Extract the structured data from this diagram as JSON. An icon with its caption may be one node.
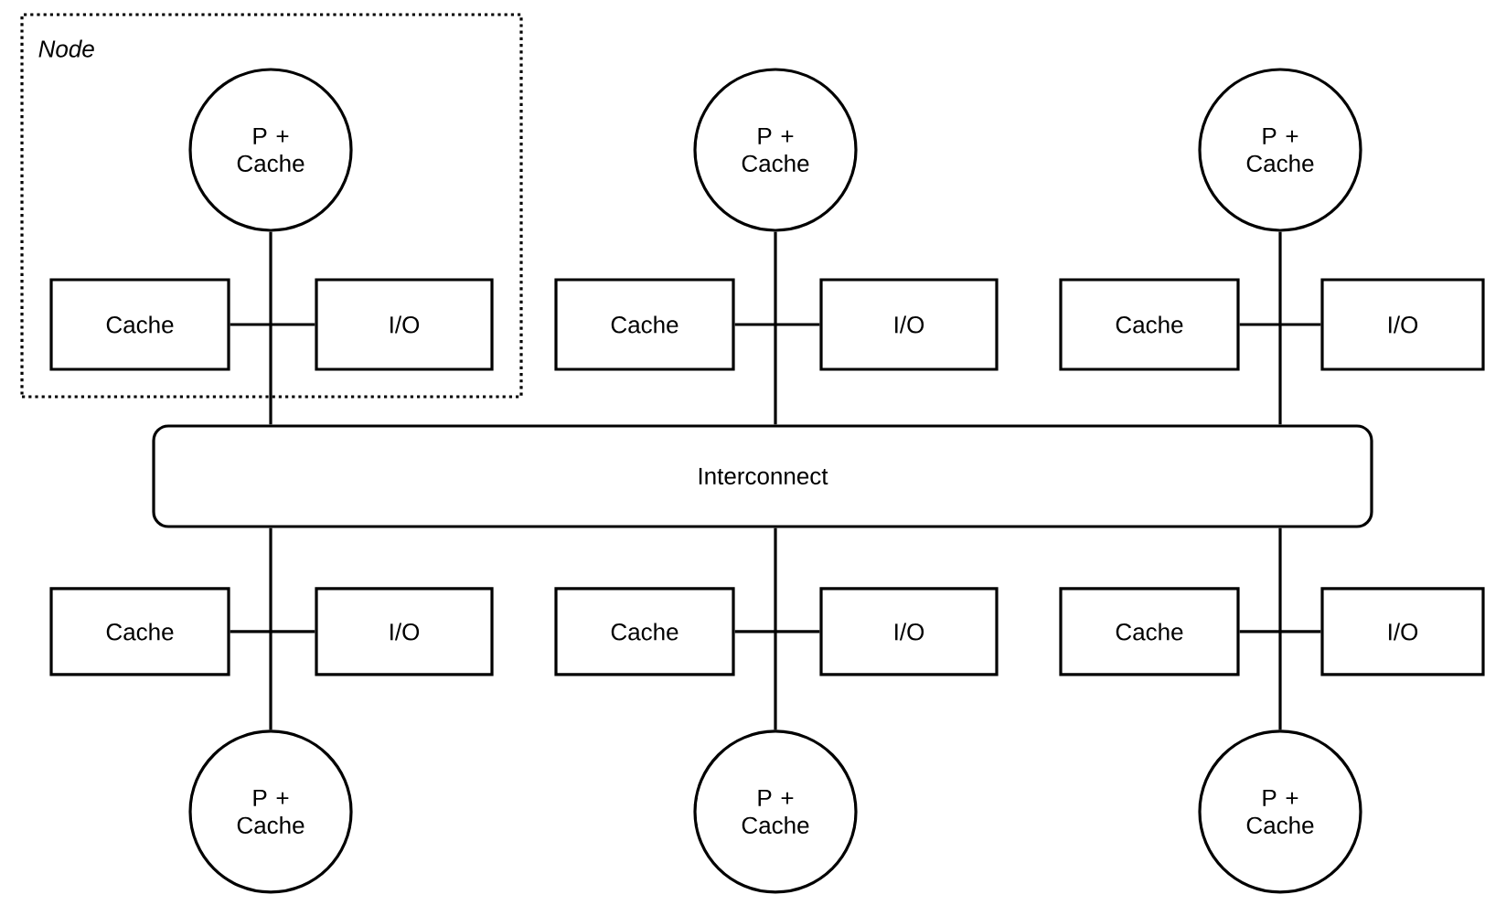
{
  "diagram": {
    "nodes": [
      {
        "text": [
          "Node"
        ]
      },
      {
        "text": [
          "P + Cache"
        ],
        "in": 0
      },
      {
        "text": [
          "Cache"
        ],
        "in": 0
      },
      {
        "text": [
          "I/O"
        ],
        "in": 0
      },
      {
        "text": [
          "P + Cache"
        ]
      },
      {
        "text": [
          "Cache"
        ]
      },
      {
        "text": [
          "I/O"
        ]
      },
      {
        "text": [
          "P + Cache"
        ]
      },
      {
        "text": [
          "Cache"
        ]
      },
      {
        "text": [
          "I/O"
        ]
      },
      {
        "text": [
          "Interconnect"
        ]
      },
      {
        "text": [
          "Cache"
        ]
      },
      {
        "text": [
          "I/O"
        ]
      },
      {
        "text": [
          "P + Cache"
        ]
      },
      {
        "text": [
          "Cache"
        ]
      },
      {
        "text": [
          "I/O"
        ]
      },
      {
        "text": [
          "P + Cache"
        ]
      },
      {
        "text": [
          "Cache"
        ]
      },
      {
        "text": [
          "I/O"
        ]
      },
      {
        "text": [
          "P + Cache"
        ]
      }
    ],
    "edges": [
      {
        "from": 2,
        "to": 3,
        "arrow": "none"
      },
      {
        "from": 1,
        "to": 10,
        "arrow": "none"
      },
      {
        "from": 5,
        "to": 6,
        "arrow": "none"
      },
      {
        "from": 4,
        "to": 10,
        "arrow": "none"
      },
      {
        "from": 8,
        "to": 9,
        "arrow": "none"
      },
      {
        "from": 7,
        "to": 10,
        "arrow": "none"
      },
      {
        "from": 11,
        "to": 12,
        "arrow": "none"
      },
      {
        "from": 10,
        "to": 13,
        "arrow": "none"
      },
      {
        "from": 14,
        "to": 15,
        "arrow": "none"
      },
      {
        "from": 10,
        "to": 16,
        "arrow": "none"
      },
      {
        "from": 17,
        "to": 18,
        "arrow": "none"
      },
      {
        "from": 10,
        "to": 19,
        "arrow": "none"
      }
    ]
  }
}
